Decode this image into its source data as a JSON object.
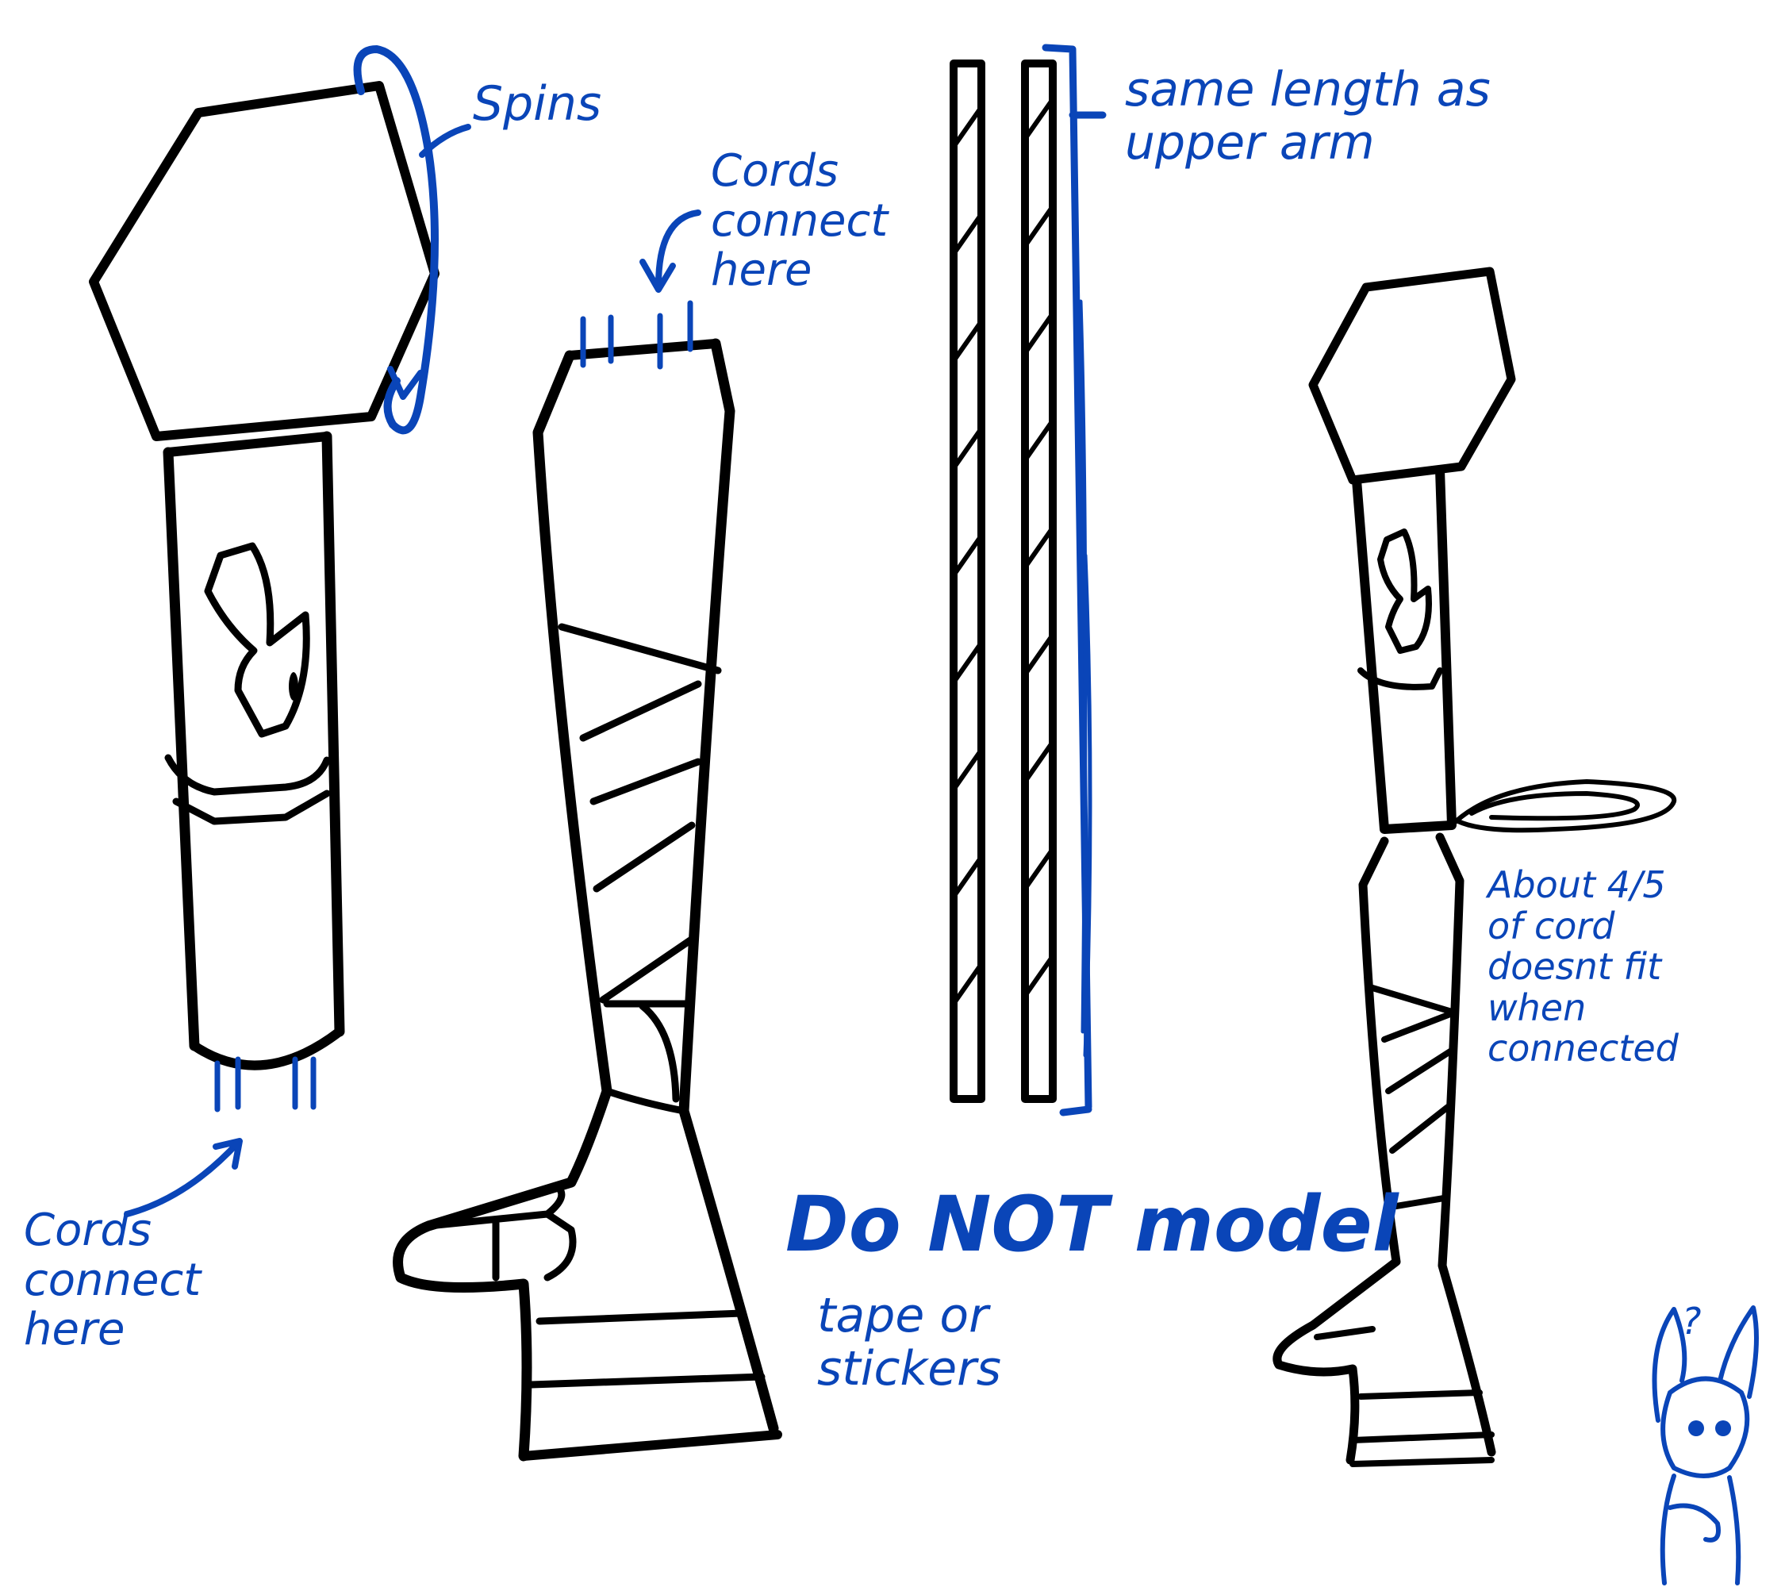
{
  "notes": {
    "spins": "Spins",
    "cords_top": "Cords\nconnect\nhere",
    "same_length": "same length as\nupper arm",
    "cords_bottom": "Cords\nconnect\nhere",
    "do_not_model": "Do NOT model",
    "tape_stickers": "tape or\nstickers",
    "about": "About 4/5\nof cord\ndoesnt fit\nwhen connected",
    "question": "?"
  },
  "colors": {
    "ink": "#000000",
    "annotation": "#0a45b8",
    "background": "#ffffff"
  }
}
